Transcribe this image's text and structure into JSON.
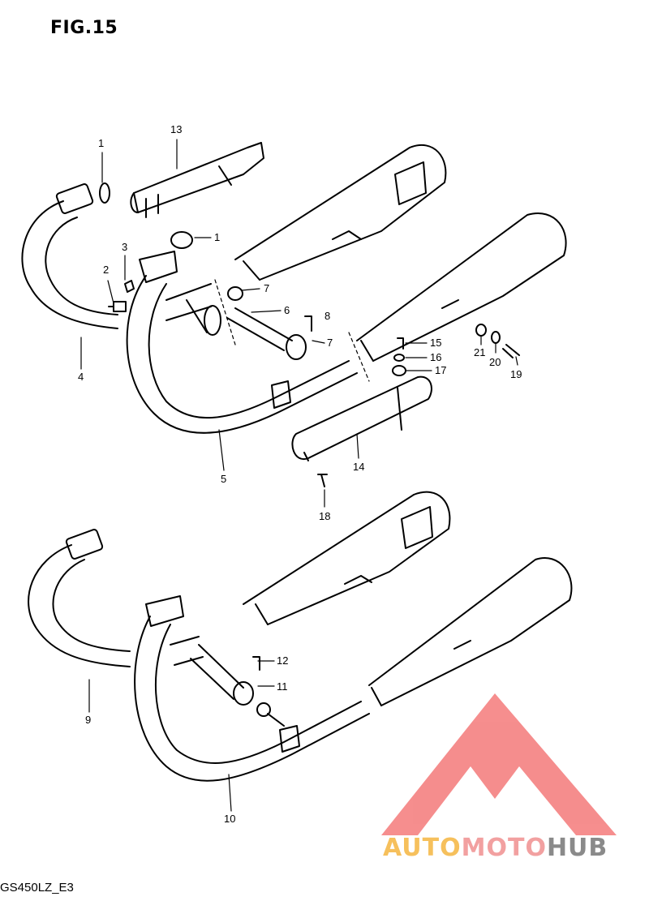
{
  "figure": {
    "title": "FIG.15",
    "model_code": "GS450LZ_E3"
  },
  "callouts": [
    "1",
    "13",
    "1",
    "3",
    "2",
    "4",
    "7",
    "6",
    "8",
    "7",
    "15",
    "16",
    "17",
    "21",
    "20",
    "19",
    "5",
    "14",
    "18",
    "12",
    "11",
    "9",
    "10"
  ],
  "watermark": {
    "part1": "AUTO",
    "part2": "MOTO",
    "part3": "HUB",
    "colors": {
      "auto": "#f6c05c",
      "moto": "#f2a0a0",
      "hub": "#8a8a8a",
      "logo": "#f47a7a"
    }
  }
}
